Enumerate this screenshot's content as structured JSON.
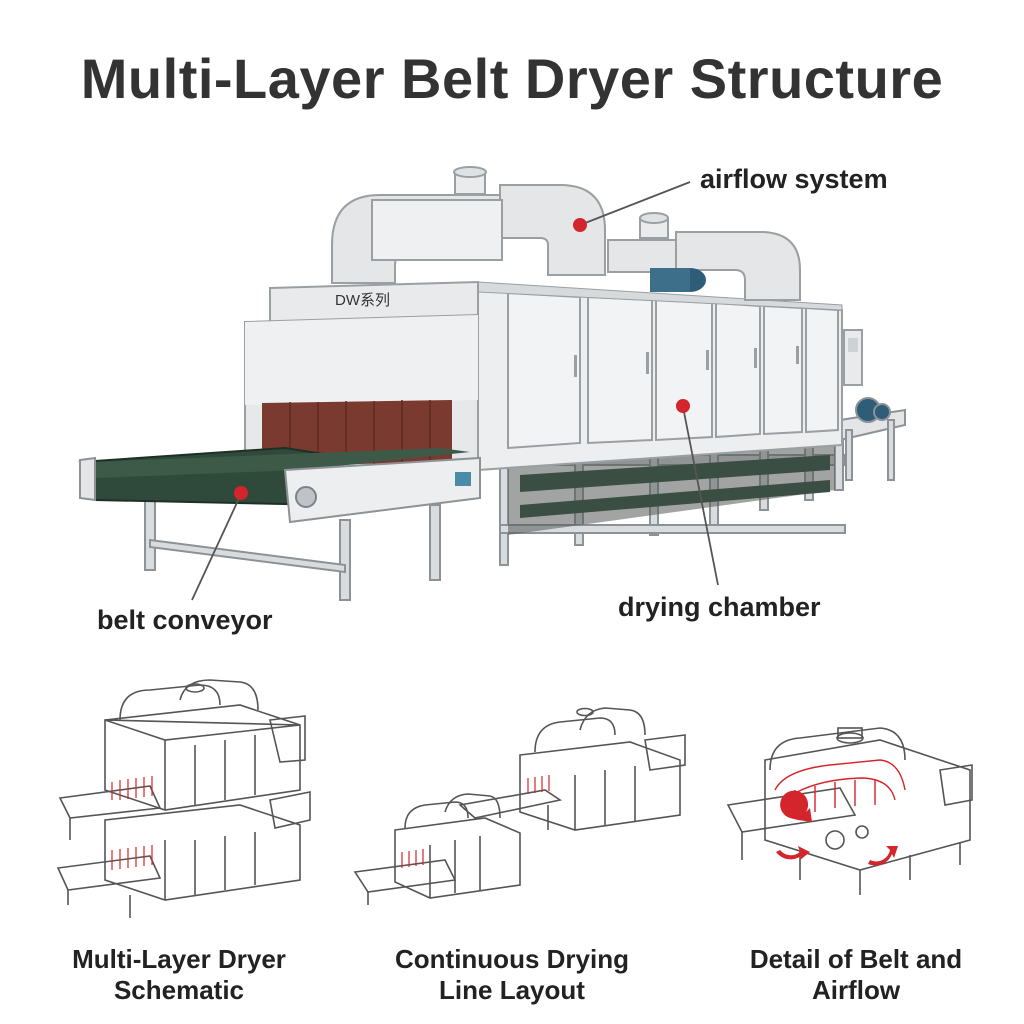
{
  "title": "Multi-Layer Belt Dryer Structure",
  "machine": {
    "model_label": "DW系列"
  },
  "callouts": {
    "airflow": "airflow system",
    "belt": "belt conveyor",
    "chamber": "drying chamber"
  },
  "captions": {
    "schematic": {
      "line1": "Multi-Layer Dryer",
      "line2": "Schematic"
    },
    "layout": {
      "line1": "Continuous Drying",
      "line2": "Line Layout"
    },
    "detail": {
      "line1": "Detail of Belt and",
      "line2": "Airflow"
    }
  },
  "colors": {
    "marker": "#d4242c",
    "belt": "#2f4a3a",
    "heater": "#7a3a30",
    "steel": "#e4e6e8"
  }
}
